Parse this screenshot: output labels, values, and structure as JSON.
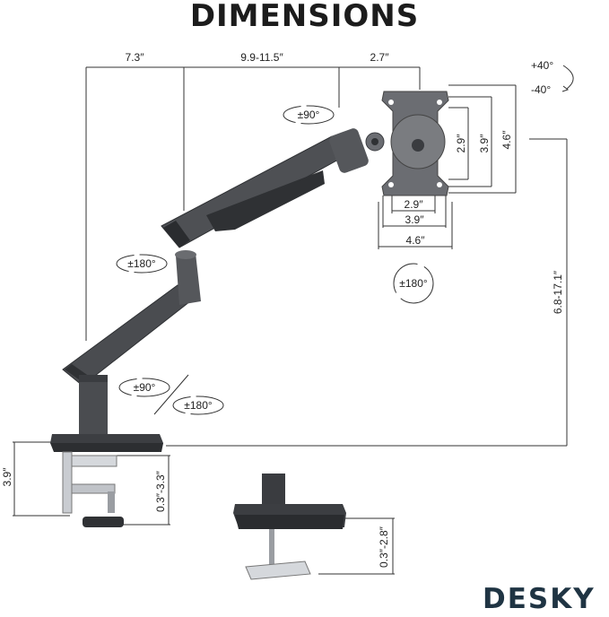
{
  "title": "DIMENSIONS",
  "brand": "DESKY",
  "colors": {
    "arm": "#4a4c50",
    "arm_dark": "#2f3134",
    "plate": "#6b6d72",
    "clamp_metal": "#c9ccd1",
    "line": "#333333"
  },
  "top_dims": {
    "a": "7.3″",
    "b": "9.9-11.5″",
    "c": "2.7″"
  },
  "vesa": {
    "h_small": "2.9″",
    "h_med": "3.9″",
    "h_large": "4.6″",
    "v_small": "2.9″",
    "v_med": "3.9″",
    "v_large": "4.6″"
  },
  "tilt": {
    "up": "+40°",
    "down": "-40°"
  },
  "rotations": {
    "head_tilt": "±90°",
    "elbow": "±180°",
    "screen": "±180°",
    "base_tilt": "±90°",
    "base_swivel": "±180°"
  },
  "height": "6.8-17.1″",
  "clamp_dims": {
    "height": "3.9″",
    "range": "0.3″-3.3″"
  },
  "grommet_dims": {
    "range": "0.3″-2.8″"
  }
}
